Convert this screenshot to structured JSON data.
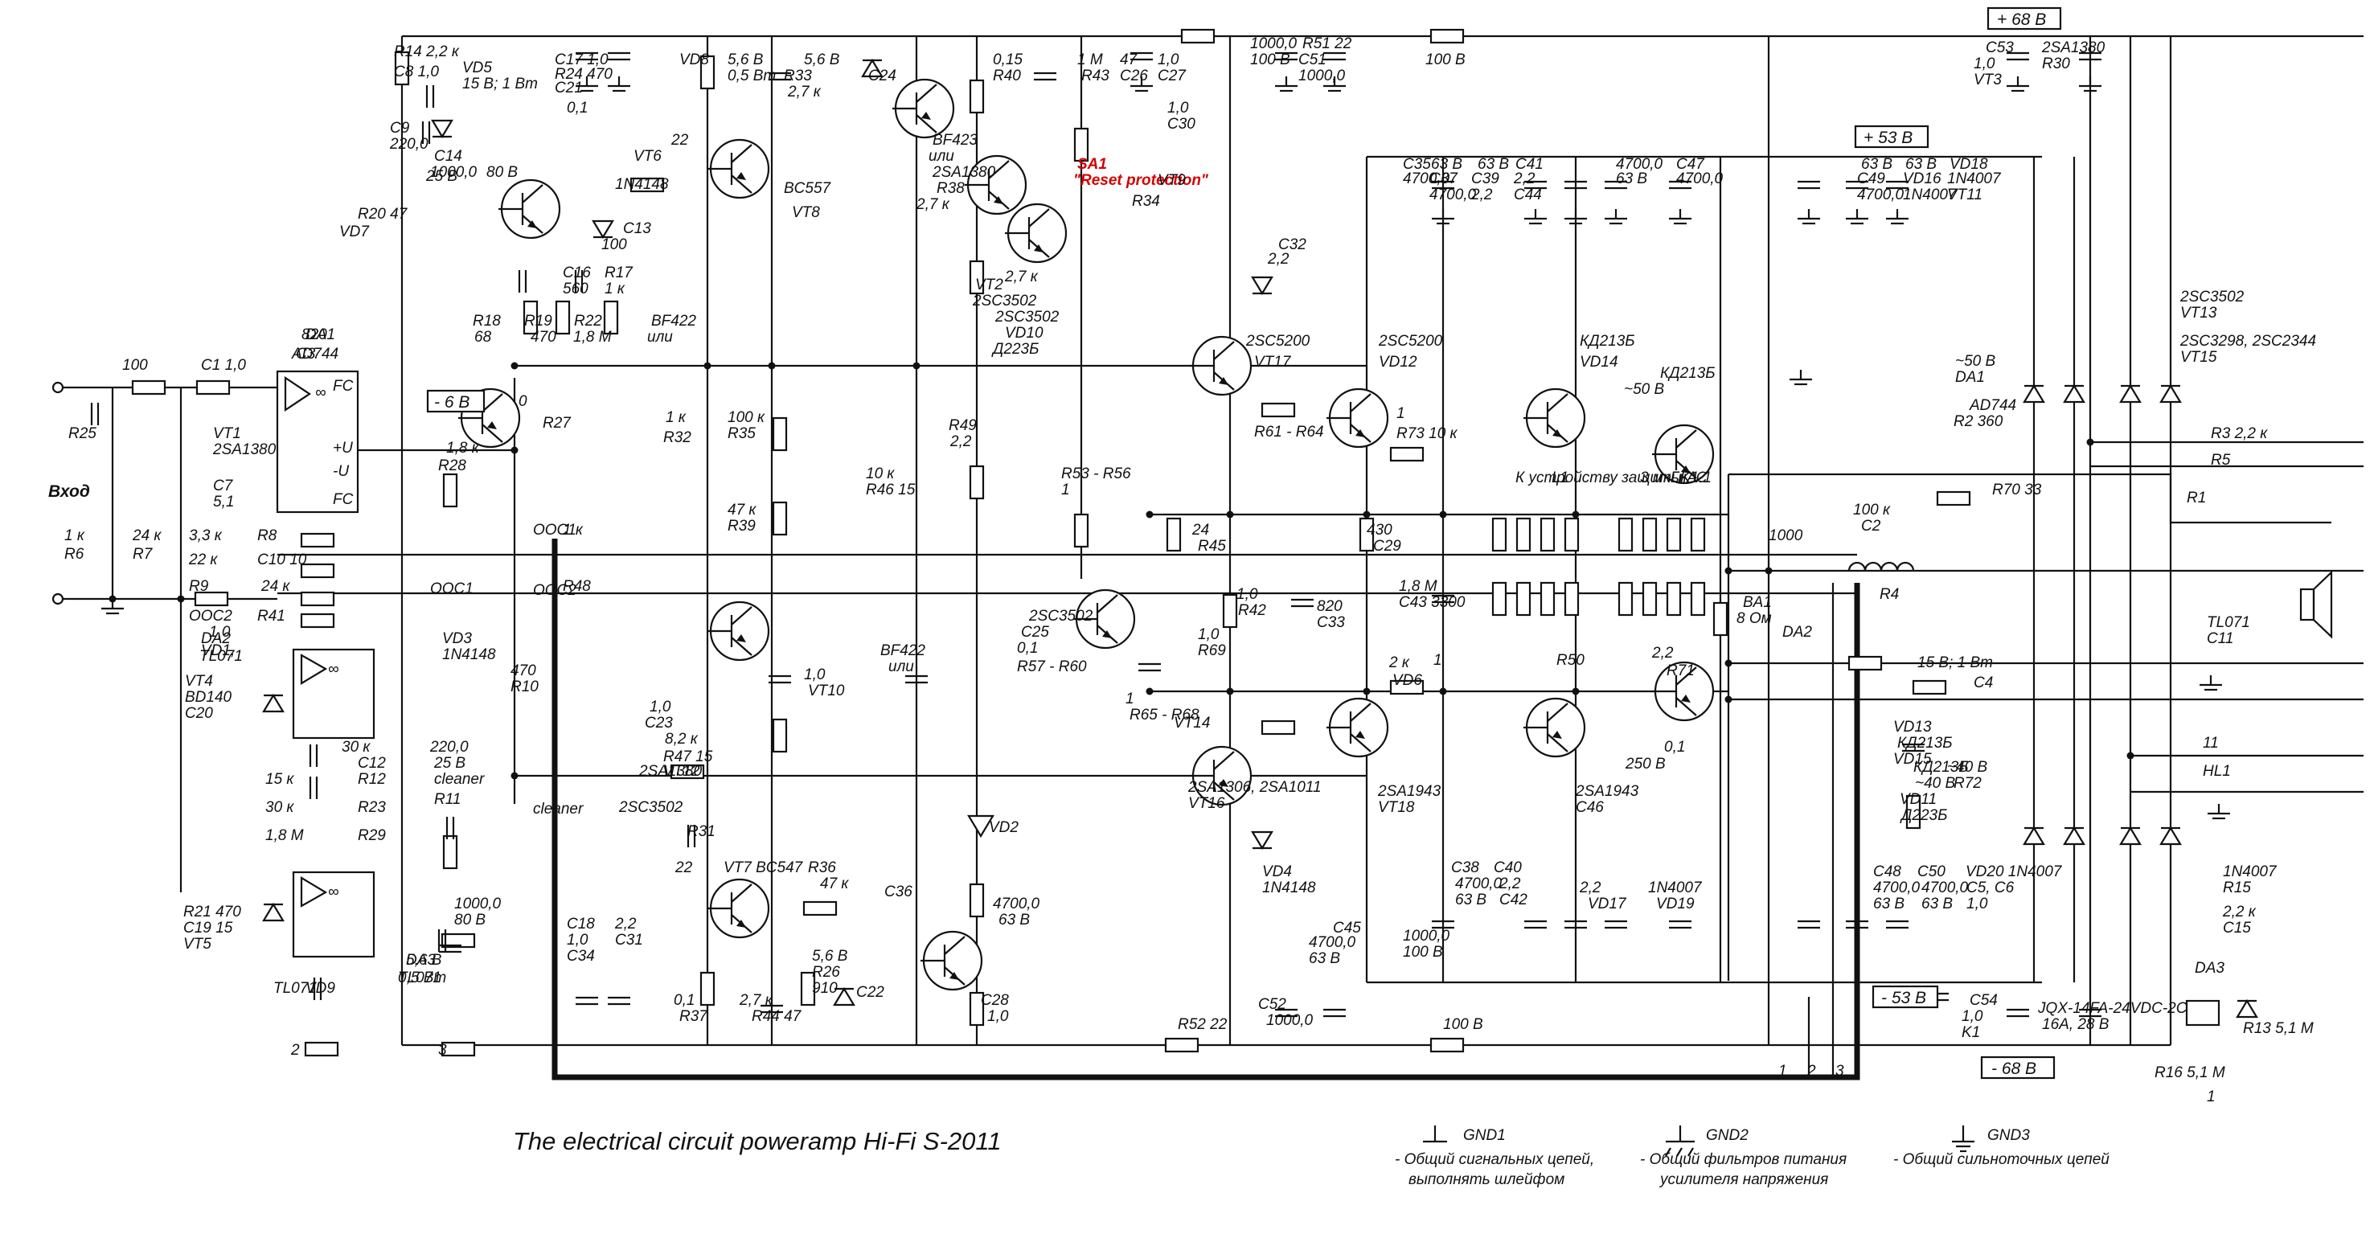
{
  "title": "The electrical circuit poweramp Hi-Fi S-2011",
  "supply_labels": {
    "p68": "+ 68 В",
    "p53": "+ 53 В",
    "m53": "- 53 В",
    "m68": "- 68 В",
    "m6": "- 6 В"
  },
  "input": {
    "label": "Вход"
  },
  "ic": {
    "da1": "DA1",
    "da1_type": "AD744",
    "da2": "DA2",
    "da2_type": "TL071",
    "da3": "DA3",
    "da3_type": "TL071",
    "pins": [
      "FC",
      "+U",
      "-U",
      "FC",
      "∞",
      "∞",
      "∞"
    ]
  },
  "components": [
    "R14 2,2 к",
    "C8 1,0",
    "VD5",
    "15 В; 1 Вт",
    "C9",
    "220,0",
    "25 В",
    "C14",
    "1000,0",
    "80 В",
    "C17 1,0",
    "R24 470",
    "C21",
    "0,1",
    "VD8",
    "5,6 В",
    "0,5 Вт",
    "5,6 В",
    "R33",
    "2,7 к",
    "C24",
    "0,15",
    "R40",
    "1 М",
    "R43",
    "47",
    "C26",
    "1,0",
    "C27",
    "1,0",
    "C30",
    "1000,0",
    "100 В",
    "R51 22",
    "C51",
    "1000,0",
    "100 В",
    "C53",
    "1,0",
    "VT3",
    "2SA1380",
    "R30",
    "22",
    "VT6",
    "BC557",
    "VT8",
    "BF423",
    "или",
    "2SA1380",
    "R38",
    "2,7 к",
    "SA1",
    "\"Reset protection\"",
    "VT9",
    "R34",
    "2,7 к",
    "VT2",
    "2SC3502",
    "R20 47",
    "VD7",
    "1N4148",
    "C13",
    "100",
    "C16",
    "560",
    "R17",
    "1 к",
    "R18",
    "68",
    "R19",
    "470",
    "R22",
    "1,8 М",
    "BF422",
    "или",
    "2SC3502",
    "VD10",
    "Д223Б",
    "C32",
    "2,2",
    "C35",
    "4700,0",
    "63 В",
    "C37",
    "4700,0",
    "63 В",
    "C39",
    "2,2",
    "C41",
    "2,2",
    "C44",
    "4700,0",
    "63 В",
    "C47",
    "4700,0",
    "63 В",
    "C49",
    "4700,0",
    "63 В",
    "VD16",
    "1N4007",
    "VD18",
    "1N4007",
    "VT11",
    "2SC3502",
    "VT13",
    "2SC3298, 2SC2344",
    "VT15",
    "2SC5200",
    "VT17",
    "2SC5200",
    "VD12",
    "КД213Б",
    "VD14",
    "КД213Б",
    "~50 В",
    "~50 В",
    "DA1",
    "AD744",
    "R2 360",
    "R3 2,2 к",
    "R5",
    "820",
    "C3",
    "100",
    "C1 1,0",
    "VT1",
    "2SA1380",
    "C7",
    "5,1",
    "R25",
    "0",
    "R27",
    "1,8 к",
    "R28",
    "1 к",
    "R32",
    "100 к",
    "R35",
    "47 к",
    "R39",
    "10 к",
    "R46 15",
    "R49",
    "2,2",
    "R53 - R56",
    "1",
    "R61 - R64",
    "1",
    "R73 10 к",
    "К устройству защиты АС",
    "L1",
    "3 мкГн",
    "K1.1",
    "R70 33",
    "R1",
    "100 к",
    "C2",
    "1000",
    "R4",
    "1 к",
    "R6",
    "24 к",
    "R7",
    "3,3 к",
    "R8",
    "22 к",
    "C10 10",
    "R9",
    "24 к",
    "ООС1",
    "ООС2",
    "R41",
    "1 к",
    "R48",
    "24",
    "R45",
    "430",
    "C29",
    "1,0",
    "R42",
    "820",
    "C33",
    "1,0",
    "R69",
    "1,8 М",
    "C43 3300",
    "BA1",
    "8 Ом",
    "DA2",
    "TL071",
    "C11",
    "1,0",
    "VD1,",
    "VD3",
    "1N4148",
    "VT4",
    "BD140",
    "C20",
    "1,0",
    "C23",
    "1,0",
    "VT10",
    "BF422",
    "или",
    "2SC3502",
    "C25",
    "0,1",
    "R57 - R60",
    "1",
    "R65 - R68",
    "1",
    "R50",
    "2,2",
    "R71",
    "2 к",
    "VD6",
    "15 В; 1 Вт",
    "C4",
    "470",
    "R10",
    "30 к",
    "C12",
    "220,0",
    "25 В",
    "cleaner",
    "R11",
    "15 к",
    "R12",
    "30 к",
    "R23",
    "1,8 М",
    "R29",
    "8,2 к",
    "R47 15",
    "VT12",
    "2SA1380",
    "VT14",
    "2SA1306, 2SA1011",
    "VT16",
    "2SA1943",
    "VT18",
    "2SA1943",
    "C46",
    "0,1",
    "250 В",
    "VD13",
    "КД213Б",
    "VD15",
    "КД213Б",
    "~40 В",
    "~40 В",
    "R72",
    "11",
    "HL1",
    "VD11",
    "Д223Б",
    "VD2",
    "VD4",
    "1N4148",
    "R21 470",
    "C19 15",
    "VT5",
    "2SC3502",
    "R31",
    "22",
    "VT7 BC547",
    "R36",
    "47 к",
    "C36",
    "4700,0",
    "63 В",
    "C38",
    "4700,0",
    "63 В",
    "C40",
    "2,2",
    "C42",
    "2,2",
    "VD17",
    "1N4007",
    "VD19",
    "1N4007",
    "R15",
    "2,2 к",
    "C15",
    "1000,0",
    "80 В",
    "C18",
    "1,0",
    "C34",
    "2,2",
    "C31",
    "1000,0",
    "100 В",
    "C45",
    "4700,0",
    "63 В",
    "C48",
    "4700,0",
    "63 В",
    "C50",
    "4700,0",
    "63 В",
    "VD20 1N4007",
    "C5, C6",
    "1,0",
    "DA3",
    "TL071",
    "VD9",
    "5,6 В",
    "0,5 Вт",
    "5,6 В",
    "R26",
    "910",
    "C22",
    "0,1",
    "R37",
    "2,7 к",
    "R44 47",
    "C28",
    "1,0",
    "R52 22",
    "C52",
    "1000,0",
    "100 В",
    "C54",
    "1,0",
    "K1",
    "JQX-14FA-24VDC-2C",
    "16А, 28 В",
    "R13 5,1 М",
    "R16 5,1 М",
    "1",
    "2",
    "3",
    "ООС1",
    "ООС2",
    "cleaner",
    "1",
    "2",
    "3"
  ],
  "legend": {
    "gnd1_name": "GND1",
    "gnd1_desc_1": "- Общий сигнальных цепей,",
    "gnd1_desc_2": "выполнять шлейфом",
    "gnd2_name": "GND2",
    "gnd2_desc_1": "- Общий фильтров питания",
    "gnd2_desc_2": "усилителя напряжения",
    "gnd3_name": "GND3",
    "gnd3_desc_1": "- Общий сильноточных цепей"
  },
  "colors": {
    "ink": "#111111",
    "accent_red": "#d40000",
    "background": "#ffffff"
  },
  "icons": [
    "resistor-symbol",
    "capacitor-symbol",
    "transistor-symbol",
    "diode-symbol",
    "zener-diode-symbol",
    "opamp-symbol",
    "inductor-symbol",
    "speaker-symbol",
    "ground-symbol",
    "relay-coil-symbol",
    "led-symbol",
    "switch-symbol"
  ]
}
